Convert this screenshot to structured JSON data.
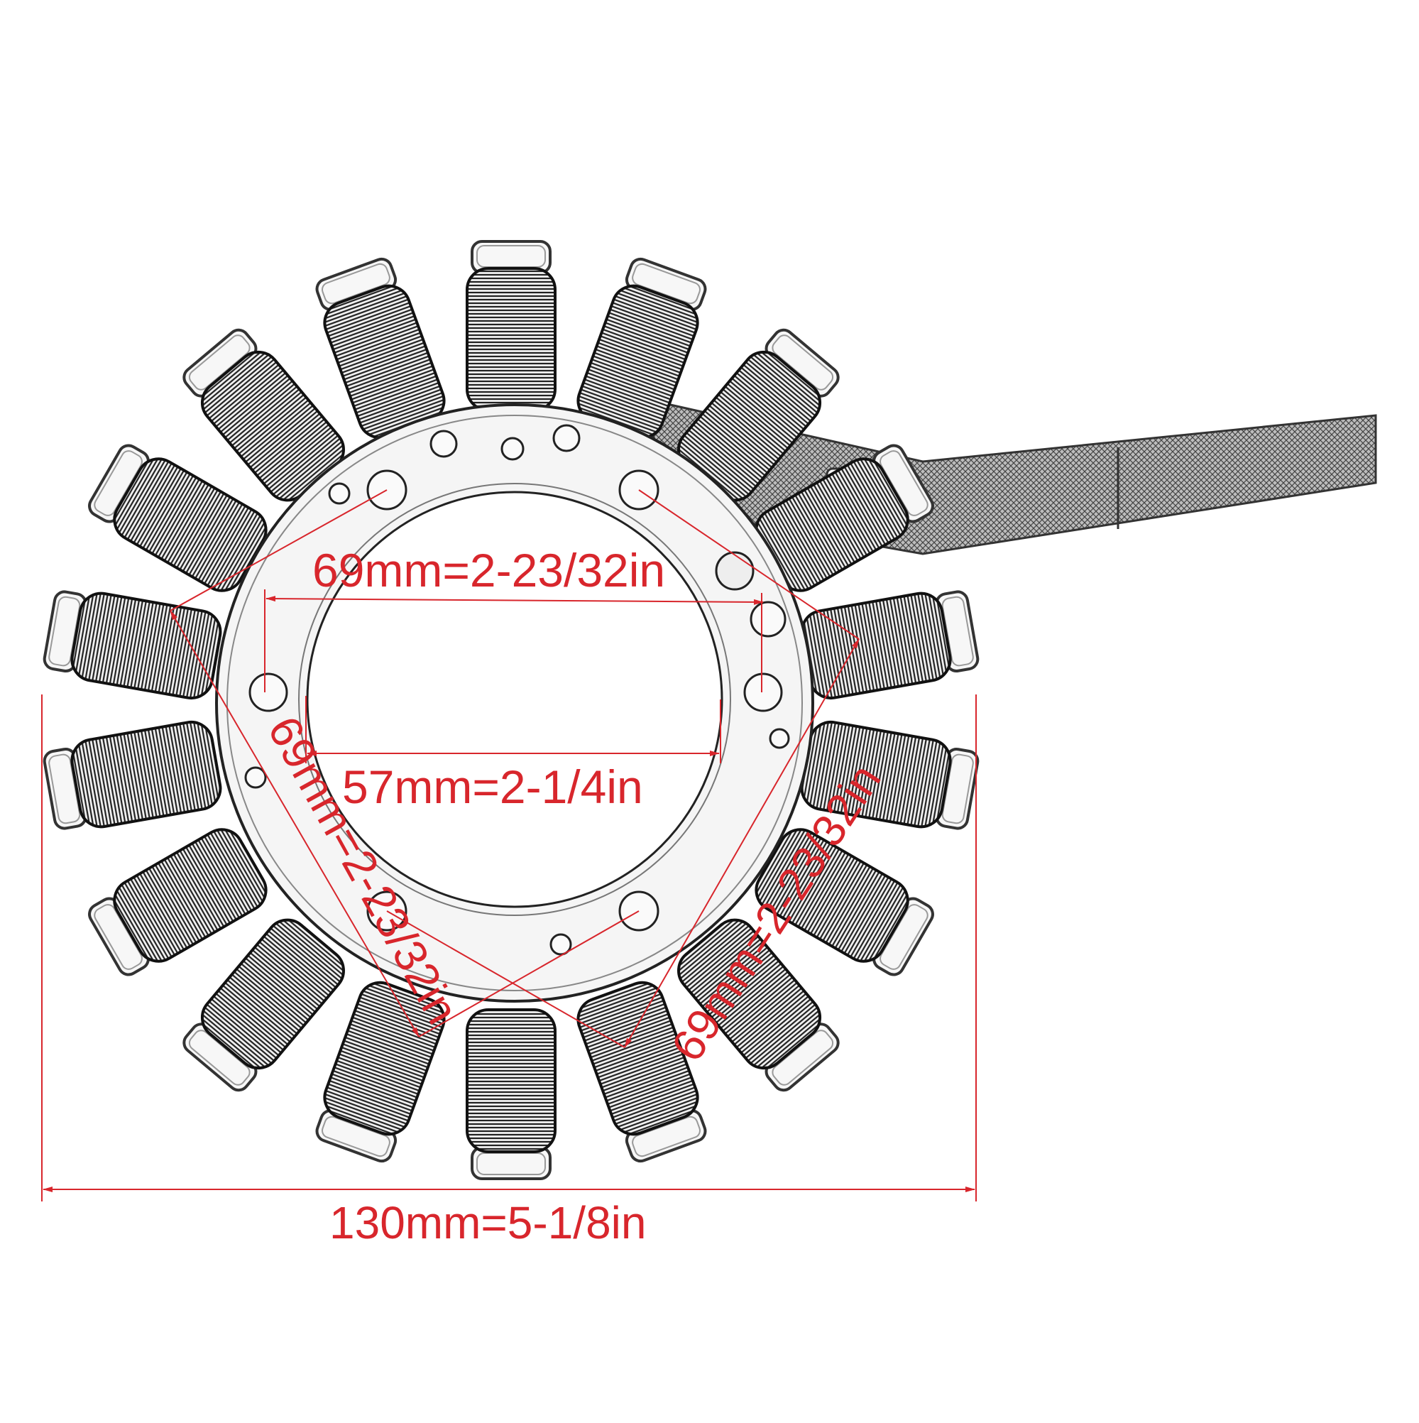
{
  "figure": {
    "subject": "motorcycle stator coil with braided wire harness",
    "pole_count": 18,
    "colors": {
      "background": "#ffffff",
      "annotation_red": "#d8262c",
      "sketch_dark": "#2a2a2a",
      "sketch_mid": "#8a8a8a",
      "sketch_light": "#e6e6e6"
    }
  },
  "dimensions": {
    "bolt_circle_top": {
      "label": "69mm=2-23/32in"
    },
    "inner_bore": {
      "label": "57mm=2-1/4in"
    },
    "bolt_circle_left": {
      "label": "69mm=2-23/32in"
    },
    "bolt_circle_right": {
      "label": "69mm=2-23/32in"
    },
    "outer_diameter": {
      "label": "130mm=5-1/8in"
    }
  }
}
